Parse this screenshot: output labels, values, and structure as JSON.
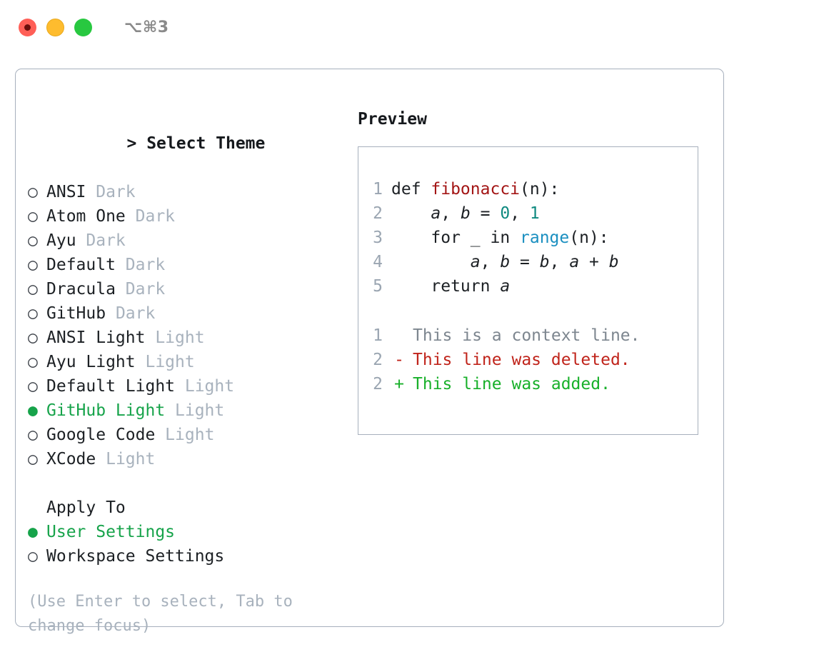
{
  "titlebar": {
    "shortcut": "⌥⌘3",
    "lights": [
      {
        "name": "close",
        "color": "#ff5f57"
      },
      {
        "name": "minimize",
        "color": "#febc2e"
      },
      {
        "name": "maximize",
        "color": "#28c840"
      }
    ]
  },
  "colors": {
    "accent_green": "#16a34a",
    "muted": "#a8b2bd",
    "border": "#a7b0bd",
    "text": "#1c2024",
    "diff_add": "#18b02a",
    "diff_del": "#c0241b",
    "diff_context": "#7d868f",
    "code_function": "#a31515",
    "code_number": "#0f8a80",
    "code_call": "#1a8fc0",
    "line_number": "#9aa5b1"
  },
  "theme_section": {
    "caret": ">",
    "title": "Select Theme",
    "marker_unselected": "○",
    "marker_selected": "●",
    "items": [
      {
        "label": "ANSI",
        "variant": "Dark",
        "selected": false
      },
      {
        "label": "Atom One",
        "variant": "Dark",
        "selected": false
      },
      {
        "label": "Ayu",
        "variant": "Dark",
        "selected": false
      },
      {
        "label": "Default",
        "variant": "Dark",
        "selected": false
      },
      {
        "label": "Dracula",
        "variant": "Dark",
        "selected": false
      },
      {
        "label": "GitHub",
        "variant": "Dark",
        "selected": false
      },
      {
        "label": "ANSI Light",
        "variant": "Light",
        "selected": false
      },
      {
        "label": "Ayu Light",
        "variant": "Light",
        "selected": false
      },
      {
        "label": "Default Light",
        "variant": "Light",
        "selected": false
      },
      {
        "label": "GitHub Light",
        "variant": "Light",
        "selected": true
      },
      {
        "label": "Google Code",
        "variant": "Light",
        "selected": false
      },
      {
        "label": "XCode",
        "variant": "Light",
        "selected": false
      }
    ]
  },
  "apply_section": {
    "title": "Apply To",
    "items": [
      {
        "label": "User Settings",
        "selected": true
      },
      {
        "label": "Workspace Settings",
        "selected": false
      }
    ]
  },
  "hint": "(Use Enter to select, Tab to change focus)",
  "preview": {
    "title": "Preview",
    "code": [
      {
        "num": "1",
        "tokens": [
          {
            "t": "def ",
            "c": "plain"
          },
          {
            "t": "fibonacci",
            "c": "fn"
          },
          {
            "t": "(n):",
            "c": "plain"
          }
        ]
      },
      {
        "num": "2",
        "tokens": [
          {
            "t": "    ",
            "c": "plain"
          },
          {
            "t": "a",
            "c": "var"
          },
          {
            "t": ", ",
            "c": "plain"
          },
          {
            "t": "b",
            "c": "var"
          },
          {
            "t": " = ",
            "c": "plain"
          },
          {
            "t": "0",
            "c": "num"
          },
          {
            "t": ", ",
            "c": "plain"
          },
          {
            "t": "1",
            "c": "num"
          }
        ]
      },
      {
        "num": "3",
        "tokens": [
          {
            "t": "    for _ in ",
            "c": "plain"
          },
          {
            "t": "range",
            "c": "call"
          },
          {
            "t": "(n):",
            "c": "plain"
          }
        ]
      },
      {
        "num": "4",
        "tokens": [
          {
            "t": "        ",
            "c": "plain"
          },
          {
            "t": "a",
            "c": "var"
          },
          {
            "t": ", ",
            "c": "plain"
          },
          {
            "t": "b",
            "c": "var"
          },
          {
            "t": " = ",
            "c": "plain"
          },
          {
            "t": "b",
            "c": "var"
          },
          {
            "t": ", ",
            "c": "plain"
          },
          {
            "t": "a",
            "c": "var"
          },
          {
            "t": " + ",
            "c": "plain"
          },
          {
            "t": "b",
            "c": "var"
          }
        ]
      },
      {
        "num": "5",
        "tokens": [
          {
            "t": "    return ",
            "c": "plain"
          },
          {
            "t": "a",
            "c": "var"
          }
        ]
      }
    ],
    "diff": [
      {
        "num": "1",
        "sign": " ",
        "text": "This is a context line.",
        "kind": "context"
      },
      {
        "num": "2",
        "sign": "-",
        "text": "This line was deleted.",
        "kind": "del"
      },
      {
        "num": "2",
        "sign": "+",
        "text": "This line was added.",
        "kind": "add"
      }
    ]
  }
}
